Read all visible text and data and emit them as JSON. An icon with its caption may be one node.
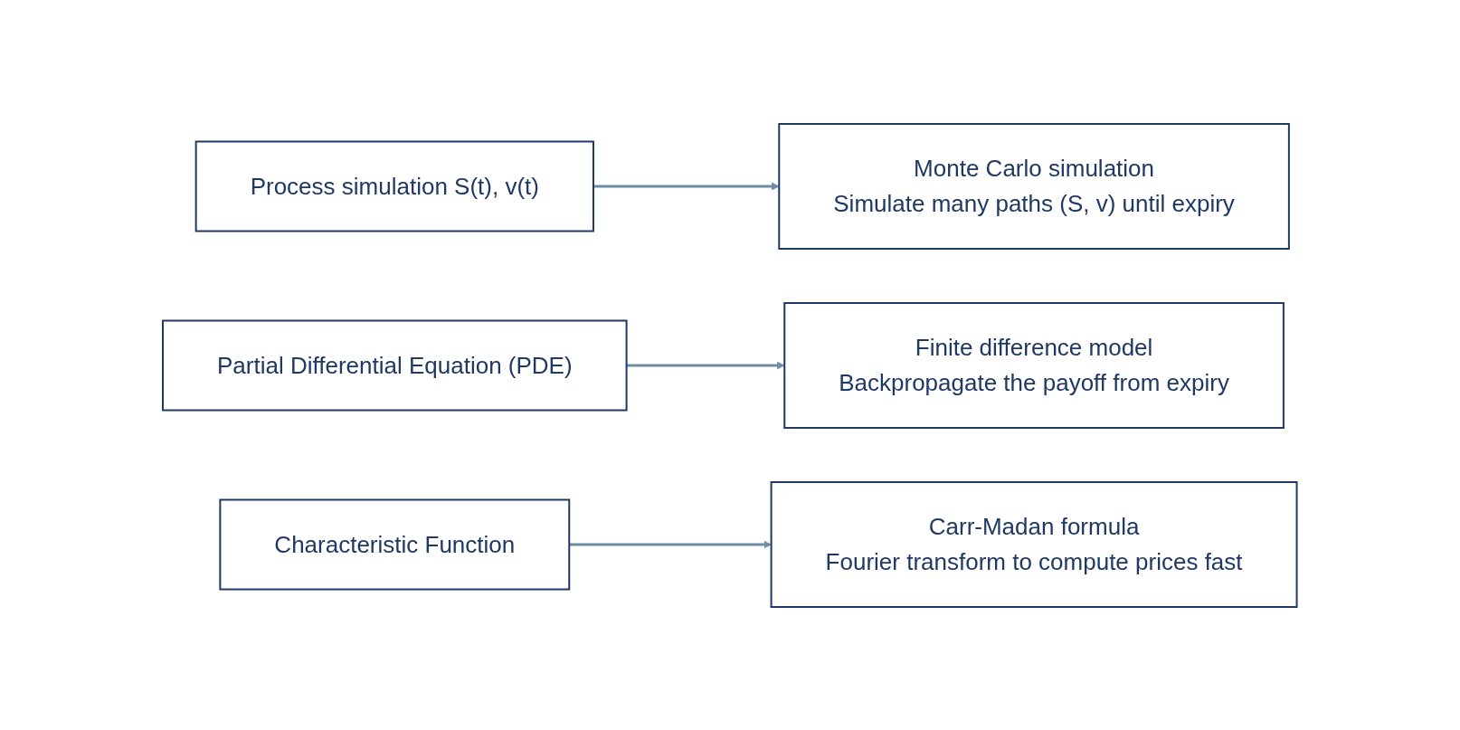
{
  "diagram": {
    "nodes": [
      {
        "text": [
          "Process simulation S(t), v(t)"
        ]
      },
      {
        "text": [
          "Monte Carlo simulation",
          "Simulate many paths (S, v) until expiry"
        ]
      },
      {
        "text": [
          "Partial Differential Equation (PDE)"
        ]
      },
      {
        "text": [
          "Finite difference model",
          "Backpropagate the payoff from expiry"
        ]
      },
      {
        "text": [
          "Characteristic Function"
        ]
      },
      {
        "text": [
          "Carr-Madan formula",
          "Fourier transform to compute prices fast"
        ]
      }
    ],
    "edges": [
      {
        "from": 0,
        "to": 1,
        "arrow": "to"
      },
      {
        "from": 2,
        "to": 3,
        "arrow": "to"
      },
      {
        "from": 4,
        "to": 5,
        "arrow": "to"
      }
    ]
  }
}
